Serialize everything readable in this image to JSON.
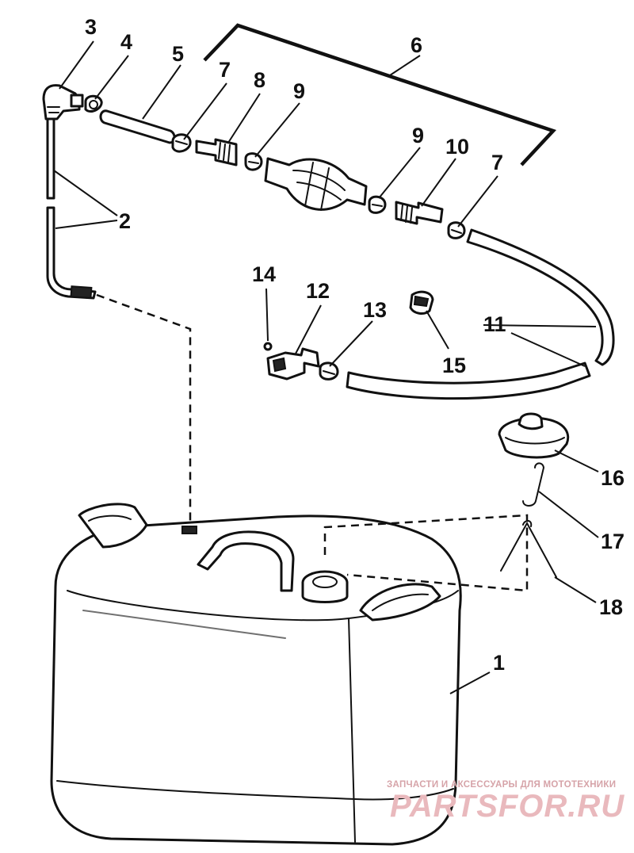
{
  "callouts": [
    {
      "id": "1",
      "text": "1"
    },
    {
      "id": "2",
      "text": "2"
    },
    {
      "id": "3",
      "text": "3"
    },
    {
      "id": "4",
      "text": "4"
    },
    {
      "id": "5",
      "text": "5"
    },
    {
      "id": "6",
      "text": "6"
    },
    {
      "id": "7a",
      "text": "7"
    },
    {
      "id": "7b",
      "text": "7"
    },
    {
      "id": "8",
      "text": "8"
    },
    {
      "id": "9a",
      "text": "9"
    },
    {
      "id": "9b",
      "text": "9"
    },
    {
      "id": "10",
      "text": "10"
    },
    {
      "id": "11",
      "text": "11"
    },
    {
      "id": "12",
      "text": "12"
    },
    {
      "id": "13",
      "text": "13"
    },
    {
      "id": "14",
      "text": "14"
    },
    {
      "id": "15",
      "text": "15"
    },
    {
      "id": "16",
      "text": "16"
    },
    {
      "id": "17",
      "text": "17"
    },
    {
      "id": "18",
      "text": "18"
    }
  ],
  "watermark": {
    "subtitle": "ЗАПЧАСТИ И АКСЕССУАРЫ ДЛЯ МОТОТЕХНИКИ",
    "logo": "PARTSFOR.RU",
    "color": "#e9b9bd"
  }
}
